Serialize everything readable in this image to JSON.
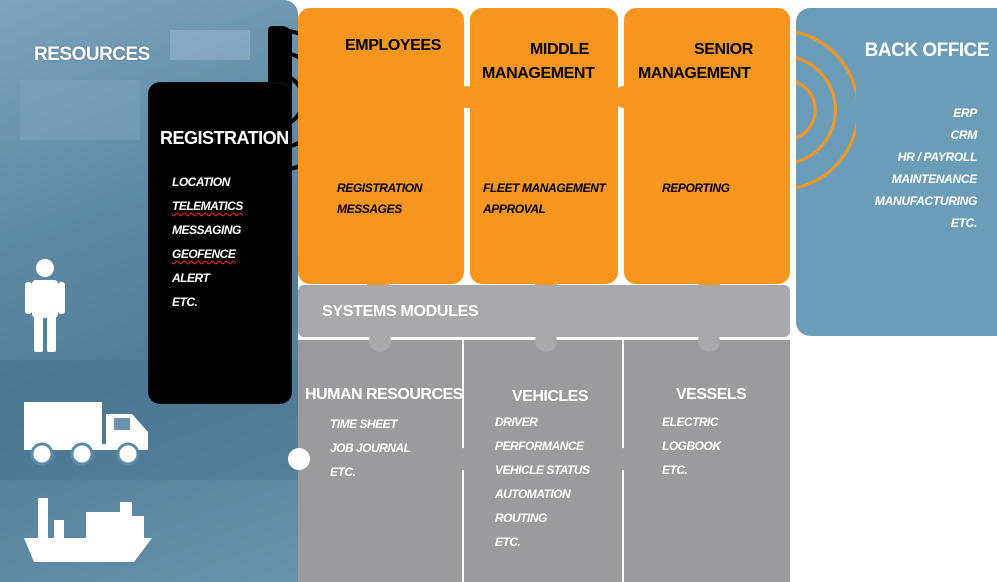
{
  "resources": {
    "title": "RESOURCES"
  },
  "registration": {
    "title": "REGISTRATION",
    "items": [
      "LOCATION",
      "TELEMATICS",
      "MESSAGING",
      "GEOFENCE",
      "ALERT",
      "ETC."
    ]
  },
  "top_cards": [
    {
      "title": "EMPLOYEES",
      "items": [
        "REGISTRATION",
        "MESSAGES"
      ]
    },
    {
      "title_line1": "MIDDLE",
      "title_line2": "MANAGEMENT",
      "items": [
        "FLEET MANAGEMENT",
        "APPROVAL"
      ]
    },
    {
      "title_line1": "SENIOR",
      "title_line2": "MANAGEMENT",
      "items": [
        "REPORTING"
      ]
    }
  ],
  "systems_modules": {
    "label": "SYSTEMS MODULES"
  },
  "modules": [
    {
      "title": "HUMAN RESOURCES",
      "items": [
        "TIME SHEET",
        "JOB JOURNAL",
        "ETC."
      ]
    },
    {
      "title": "VEHICLES",
      "items": [
        "DRIVER",
        "PERFORMANCE",
        "VEHICLE STATUS",
        "AUTOMATION",
        "ROUTING",
        "ETC."
      ]
    },
    {
      "title": "VESSELS",
      "items": [
        "ELECTRIC",
        "LOGBOOK",
        "ETC."
      ]
    }
  ],
  "back_office": {
    "title": "BACK OFFICE",
    "items": [
      "ERP",
      "CRM",
      "HR / PAYROLL",
      "MAINTENANCE",
      "MANUFACTURING",
      "ETC."
    ]
  },
  "colors": {
    "orange": "#f6961e",
    "gray": "#a9a9ab",
    "blue": "#6c9db8",
    "black": "#000000"
  },
  "icons": [
    "person-icon",
    "truck-icon",
    "ship-icon",
    "signal-waves-icon"
  ]
}
